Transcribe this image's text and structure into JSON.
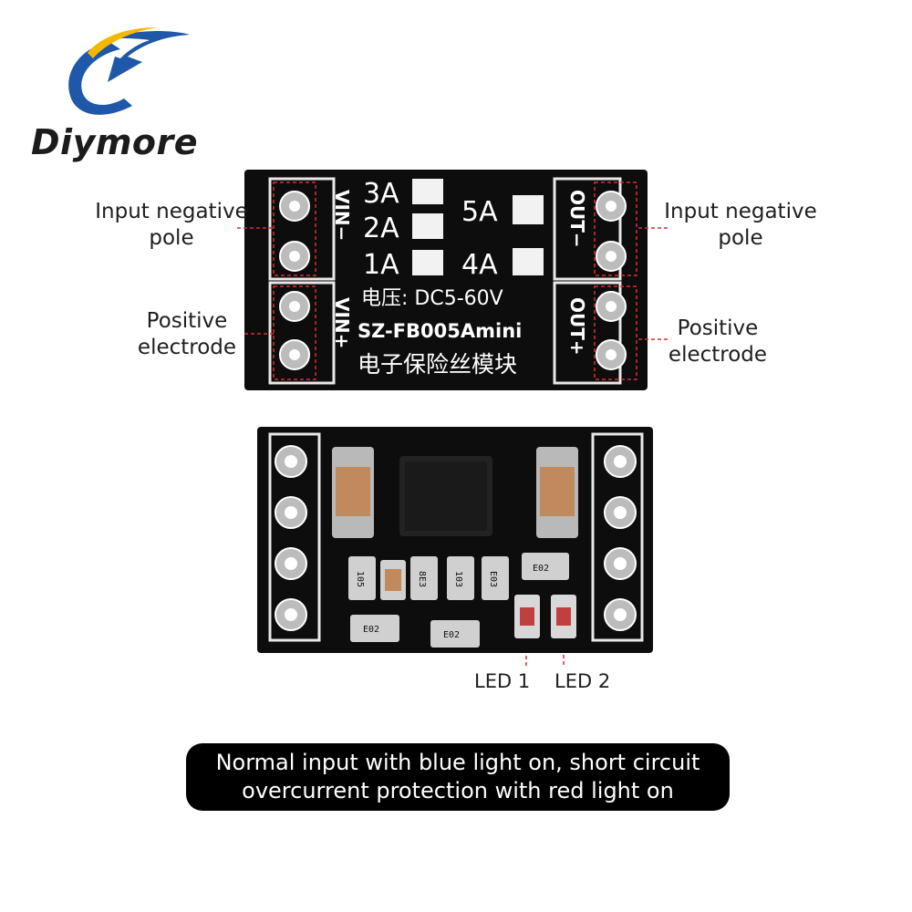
{
  "brand": {
    "name": "Diymore"
  },
  "top_board": {
    "left_header_neg": "VIN−",
    "left_header_pos": "VIN+",
    "right_header_neg": "OUT−",
    "right_header_pos": "OUT+",
    "current_options": [
      "3A",
      "2A",
      "1A",
      "5A",
      "4A"
    ],
    "voltage_text": "电压: DC5-60V",
    "model_text": "SZ-FB005Amini",
    "module_name": "电子保险丝模块"
  },
  "labels": {
    "left_top": [
      "Input negative",
      "pole"
    ],
    "left_bottom": [
      "Positive",
      "electrode"
    ],
    "right_top": [
      "Input negative",
      "pole"
    ],
    "right_bottom": [
      "Positive",
      "electrode"
    ]
  },
  "bottom_board": {
    "component_markings": [
      "105",
      "8E3",
      "103",
      "E03",
      "E02",
      "E02",
      "E02"
    ],
    "led1_label": "LED 1",
    "led2_label": "LED 2"
  },
  "caption": {
    "line1": "Normal input with blue light on, short circuit",
    "line2": "overcurrent protection with red light on"
  },
  "colors": {
    "logo_blue": "#1f58a8",
    "logo_gold": "#f5b800",
    "pcb": "#0d0d0d",
    "leader_red": "#d43030"
  }
}
